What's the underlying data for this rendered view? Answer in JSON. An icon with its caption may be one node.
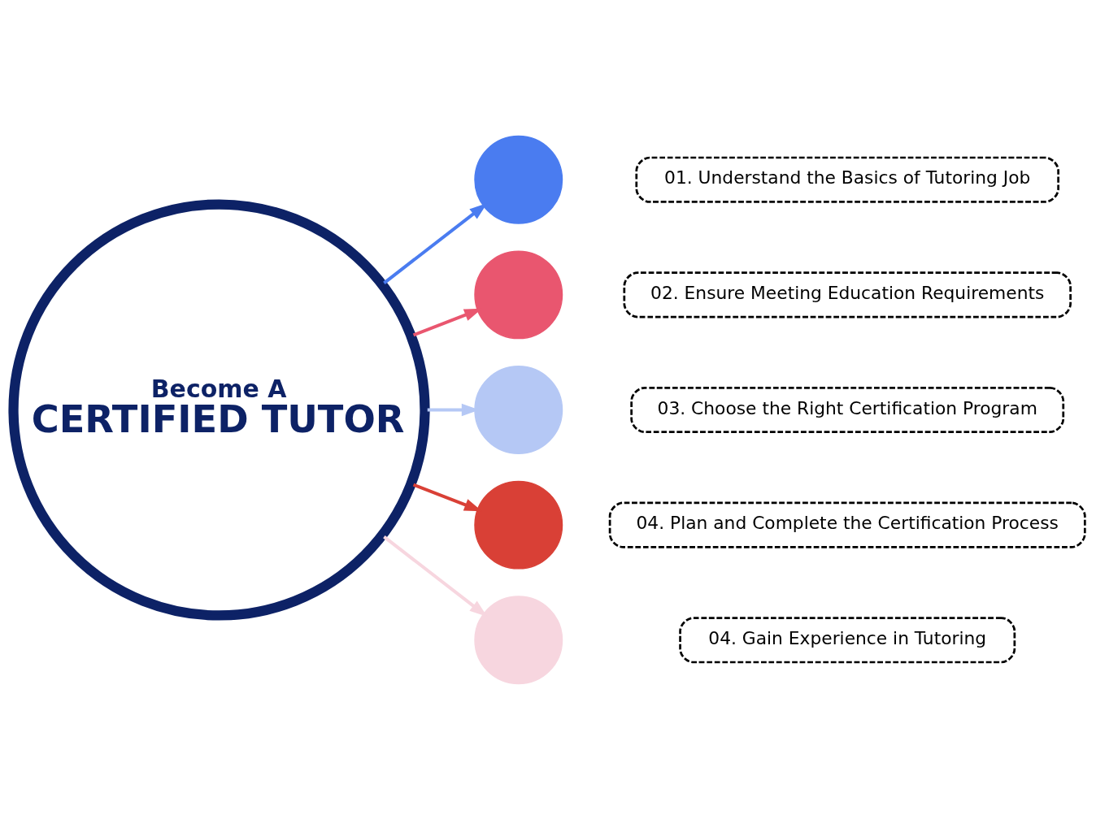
{
  "diagram": {
    "nodes": [
      {
        "text": [
          "Become A",
          "CERTIFIED TUTOR"
        ]
      },
      {
        "text": [],
        "shape": "circle"
      },
      {
        "text": [
          "01. Understand the Basics of Tutoring Job"
        ]
      },
      {
        "text": [],
        "shape": "circle"
      },
      {
        "text": [
          "02. Ensure Meeting Education Requirements"
        ]
      },
      {
        "text": [],
        "shape": "circle"
      },
      {
        "text": [
          "03. Choose the Right Certification Program"
        ]
      },
      {
        "text": [],
        "shape": "circle"
      },
      {
        "text": [
          "04. Plan and Complete the Certification Process"
        ]
      },
      {
        "text": [],
        "shape": "circle"
      },
      {
        "text": [
          "04. Gain Experience in Tutoring"
        ]
      }
    ],
    "edges": [
      {
        "from": 0,
        "to": 1,
        "arrow": "to",
        "color": "#4a7cf0"
      },
      {
        "from": 0,
        "to": 3,
        "arrow": "to",
        "color": "#e9566f"
      },
      {
        "from": 0,
        "to": 5,
        "arrow": "to",
        "color": "#b5c8f5"
      },
      {
        "from": 0,
        "to": 7,
        "arrow": "to",
        "color": "#d94036"
      },
      {
        "from": 0,
        "to": 9,
        "arrow": "to",
        "color": "#f7d6df"
      }
    ]
  }
}
